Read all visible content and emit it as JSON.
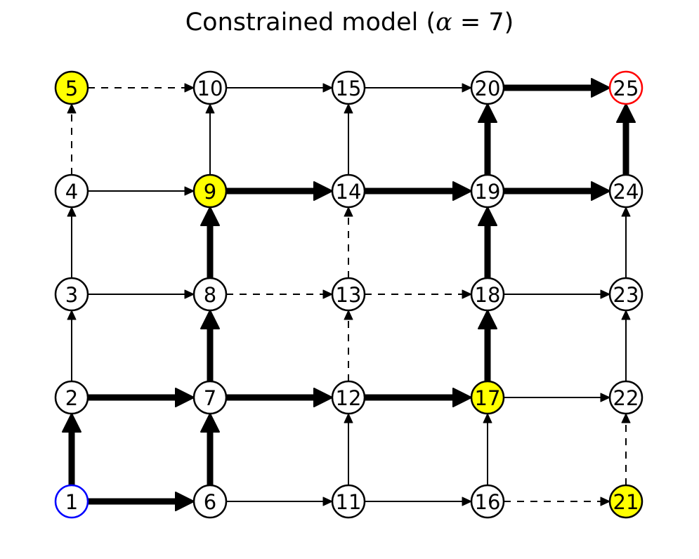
{
  "title": {
    "prefix": "Constrained model (",
    "symbol": "α",
    "suffix": " = 7)"
  },
  "graph": {
    "columns": [
      [
        1,
        2,
        3,
        4,
        5
      ],
      [
        6,
        7,
        8,
        9,
        10
      ],
      [
        11,
        12,
        13,
        14,
        15
      ],
      [
        16,
        17,
        18,
        19,
        20
      ],
      [
        21,
        22,
        23,
        24,
        25
      ]
    ],
    "nodes": [
      {
        "id": "1",
        "fill": "#ffffff",
        "stroke": "#0000ff"
      },
      {
        "id": "2",
        "fill": "#ffffff",
        "stroke": "#000000"
      },
      {
        "id": "3",
        "fill": "#ffffff",
        "stroke": "#000000"
      },
      {
        "id": "4",
        "fill": "#ffffff",
        "stroke": "#000000"
      },
      {
        "id": "5",
        "fill": "#ffff00",
        "stroke": "#000000"
      },
      {
        "id": "6",
        "fill": "#ffffff",
        "stroke": "#000000"
      },
      {
        "id": "7",
        "fill": "#ffffff",
        "stroke": "#000000"
      },
      {
        "id": "8",
        "fill": "#ffffff",
        "stroke": "#000000"
      },
      {
        "id": "9",
        "fill": "#ffff00",
        "stroke": "#000000"
      },
      {
        "id": "10",
        "fill": "#ffffff",
        "stroke": "#000000"
      },
      {
        "id": "11",
        "fill": "#ffffff",
        "stroke": "#000000"
      },
      {
        "id": "12",
        "fill": "#ffffff",
        "stroke": "#000000"
      },
      {
        "id": "13",
        "fill": "#ffffff",
        "stroke": "#000000"
      },
      {
        "id": "14",
        "fill": "#ffffff",
        "stroke": "#000000"
      },
      {
        "id": "15",
        "fill": "#ffffff",
        "stroke": "#000000"
      },
      {
        "id": "16",
        "fill": "#ffffff",
        "stroke": "#000000"
      },
      {
        "id": "17",
        "fill": "#ffff00",
        "stroke": "#000000"
      },
      {
        "id": "18",
        "fill": "#ffffff",
        "stroke": "#000000"
      },
      {
        "id": "19",
        "fill": "#ffffff",
        "stroke": "#000000"
      },
      {
        "id": "20",
        "fill": "#ffffff",
        "stroke": "#000000"
      },
      {
        "id": "21",
        "fill": "#ffff00",
        "stroke": "#000000"
      },
      {
        "id": "22",
        "fill": "#ffffff",
        "stroke": "#000000"
      },
      {
        "id": "23",
        "fill": "#ffffff",
        "stroke": "#000000"
      },
      {
        "id": "24",
        "fill": "#ffffff",
        "stroke": "#000000"
      },
      {
        "id": "25",
        "fill": "#ffffff",
        "stroke": "#ff0000"
      }
    ],
    "edges": [
      {
        "from": "1",
        "to": "2",
        "style": "thick"
      },
      {
        "from": "1",
        "to": "6",
        "style": "thick"
      },
      {
        "from": "2",
        "to": "3",
        "style": "thin"
      },
      {
        "from": "2",
        "to": "7",
        "style": "thick"
      },
      {
        "from": "3",
        "to": "4",
        "style": "thin"
      },
      {
        "from": "3",
        "to": "8",
        "style": "thin"
      },
      {
        "from": "4",
        "to": "5",
        "style": "dashed"
      },
      {
        "from": "4",
        "to": "9",
        "style": "thin"
      },
      {
        "from": "5",
        "to": "10",
        "style": "dashed"
      },
      {
        "from": "6",
        "to": "7",
        "style": "thick"
      },
      {
        "from": "6",
        "to": "11",
        "style": "thin"
      },
      {
        "from": "7",
        "to": "8",
        "style": "thick"
      },
      {
        "from": "7",
        "to": "12",
        "style": "thick"
      },
      {
        "from": "8",
        "to": "9",
        "style": "thick"
      },
      {
        "from": "8",
        "to": "13",
        "style": "dashed"
      },
      {
        "from": "9",
        "to": "10",
        "style": "thin"
      },
      {
        "from": "9",
        "to": "14",
        "style": "thick"
      },
      {
        "from": "10",
        "to": "15",
        "style": "thin"
      },
      {
        "from": "11",
        "to": "12",
        "style": "thin"
      },
      {
        "from": "11",
        "to": "16",
        "style": "thin"
      },
      {
        "from": "12",
        "to": "13",
        "style": "dashed"
      },
      {
        "from": "12",
        "to": "17",
        "style": "thick"
      },
      {
        "from": "13",
        "to": "14",
        "style": "dashed"
      },
      {
        "from": "13",
        "to": "18",
        "style": "dashed"
      },
      {
        "from": "14",
        "to": "15",
        "style": "thin"
      },
      {
        "from": "14",
        "to": "19",
        "style": "thick"
      },
      {
        "from": "15",
        "to": "20",
        "style": "thin"
      },
      {
        "from": "16",
        "to": "17",
        "style": "thin"
      },
      {
        "from": "16",
        "to": "21",
        "style": "dashed"
      },
      {
        "from": "17",
        "to": "18",
        "style": "thick"
      },
      {
        "from": "17",
        "to": "22",
        "style": "thin"
      },
      {
        "from": "18",
        "to": "19",
        "style": "thick"
      },
      {
        "from": "18",
        "to": "23",
        "style": "thin"
      },
      {
        "from": "19",
        "to": "20",
        "style": "thick"
      },
      {
        "from": "19",
        "to": "24",
        "style": "thick"
      },
      {
        "from": "20",
        "to": "25",
        "style": "thick"
      },
      {
        "from": "21",
        "to": "22",
        "style": "dashed"
      },
      {
        "from": "22",
        "to": "23",
        "style": "thin"
      },
      {
        "from": "23",
        "to": "24",
        "style": "thin"
      },
      {
        "from": "24",
        "to": "25",
        "style": "thick"
      }
    ]
  }
}
